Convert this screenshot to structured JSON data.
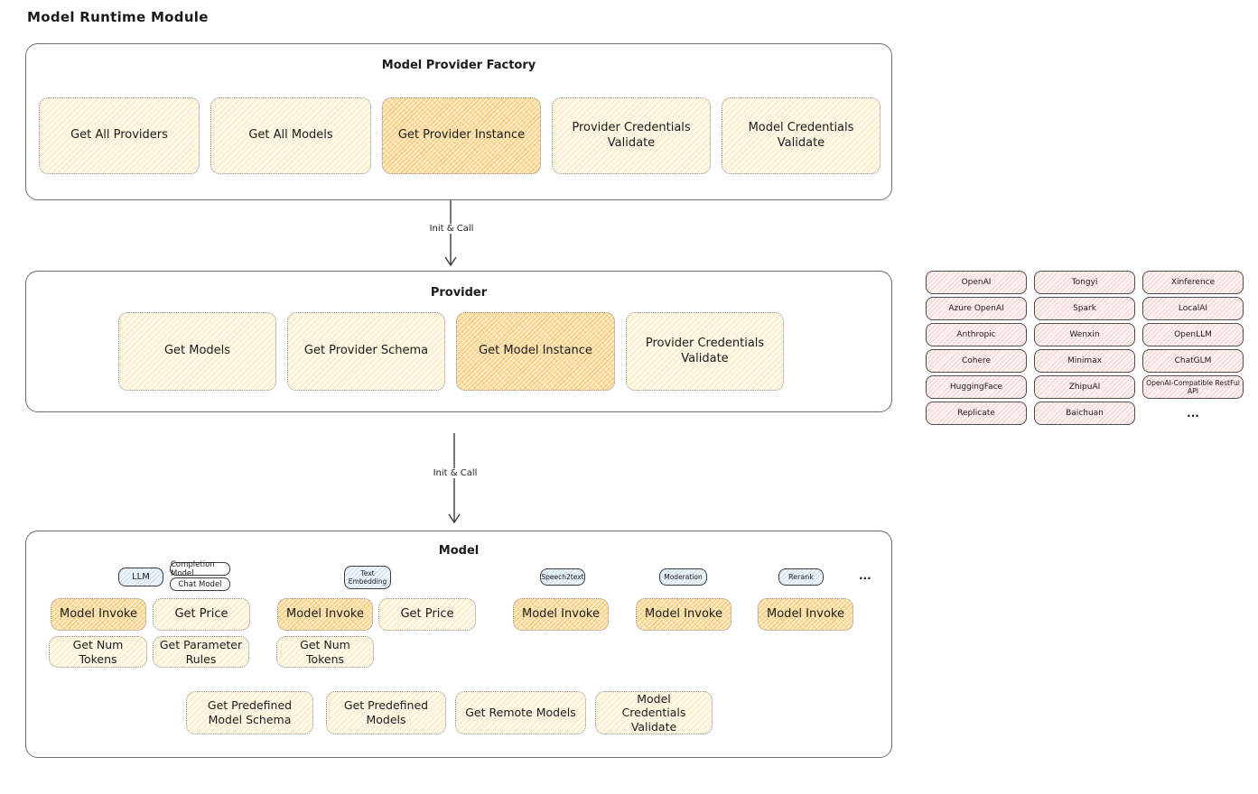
{
  "page_title": "Model Runtime Module",
  "factory": {
    "title": "Model Provider Factory",
    "methods": [
      {
        "label": "Get All Providers"
      },
      {
        "label": "Get All Models"
      },
      {
        "label": "Get Provider Instance"
      },
      {
        "label": "Provider Credentials Validate"
      },
      {
        "label": "Model Credentials Validate"
      }
    ]
  },
  "arrows": {
    "init_call_1": "Init & Call",
    "init_call_2": "Init & Call"
  },
  "provider": {
    "title": "Provider",
    "methods": [
      {
        "label": "Get Models"
      },
      {
        "label": "Get Provider Schema"
      },
      {
        "label": "Get Model Instance"
      },
      {
        "label": "Provider Credentials Validate"
      }
    ]
  },
  "providers_grid": {
    "items": [
      "OpenAI",
      "Tongyi",
      "Xinference",
      "Azure OpenAI",
      "Spark",
      "LocalAI",
      "Anthropic",
      "Wenxin",
      "OpenLLM",
      "Cohere",
      "Minimax",
      "ChatGLM",
      "HuggingFace",
      "ZhipuAI",
      "OpenAI-Compatible RestFul API",
      "Replicate",
      "Baichuan"
    ],
    "ellipsis": "..."
  },
  "model": {
    "title": "Model",
    "tags": {
      "llm": "LLM",
      "completion": "Completion Model",
      "chat": "Chat Model",
      "text_embedding": "Text Embedding",
      "speech2text": "Speech2text",
      "moderation": "Moderation",
      "rerank": "Rerank",
      "ellipsis": "..."
    },
    "methods": {
      "model_invoke": "Model Invoke",
      "get_price": "Get Price",
      "get_num_tokens": "Get Num Tokens",
      "get_parameter_rules": "Get Parameter Rules"
    },
    "shared_methods": [
      "Get Predefined Model Schema",
      "Get Predefined Models",
      "Get Remote Models",
      "Model Credentials Validate"
    ]
  }
}
